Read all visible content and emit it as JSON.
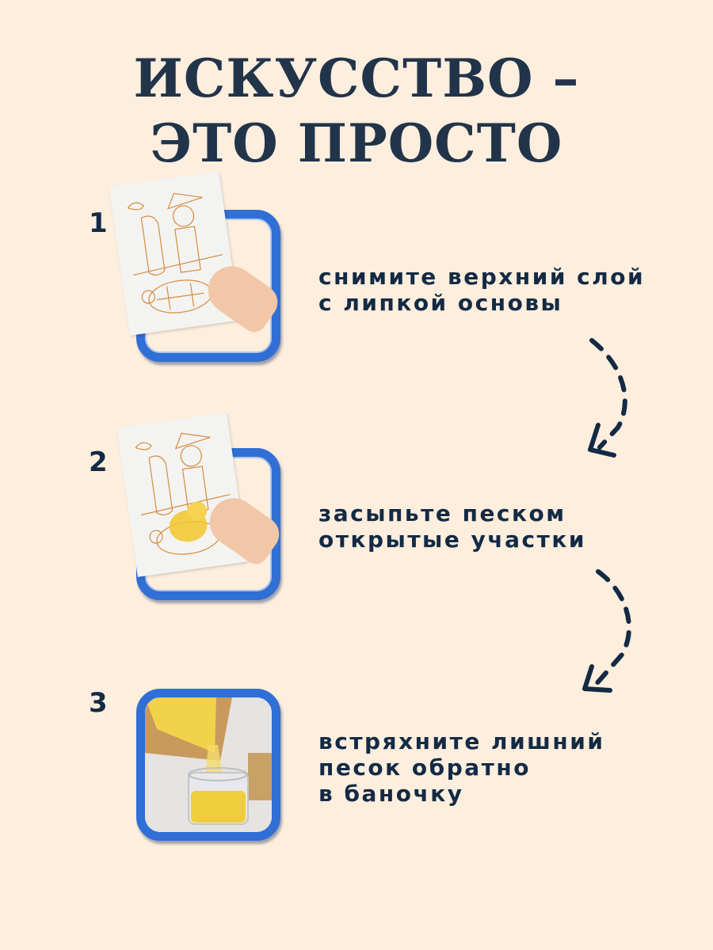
{
  "header": {
    "title_line1": "ИСКУССТВО –",
    "title_line2": "ЭТО ПРОСТО"
  },
  "steps": [
    {
      "number": "1",
      "text_line1": "снимите верхний слой",
      "text_line2": "с липкой основы",
      "image": "peeling-top-layer-of-pirate-coloring-sheet"
    },
    {
      "number": "2",
      "text_line1": "засыпьте песком",
      "text_line2": "открытые участки",
      "image": "sprinkling-yellow-sand-on-sheet"
    },
    {
      "number": "3",
      "text_line1": "встряхните лишний",
      "text_line2": "песок обратно",
      "text_line3": "в баночку",
      "image": "pouring-yellow-sand-into-jar"
    }
  ],
  "colors": {
    "background": "#fdeedd",
    "text": "#132a45",
    "frame": "#2f6fd6",
    "sand": "#f2c52a",
    "outline": "#d98a3c"
  },
  "icons": [
    "dashed-curved-arrow-icon",
    "dashed-curved-arrow-icon"
  ]
}
